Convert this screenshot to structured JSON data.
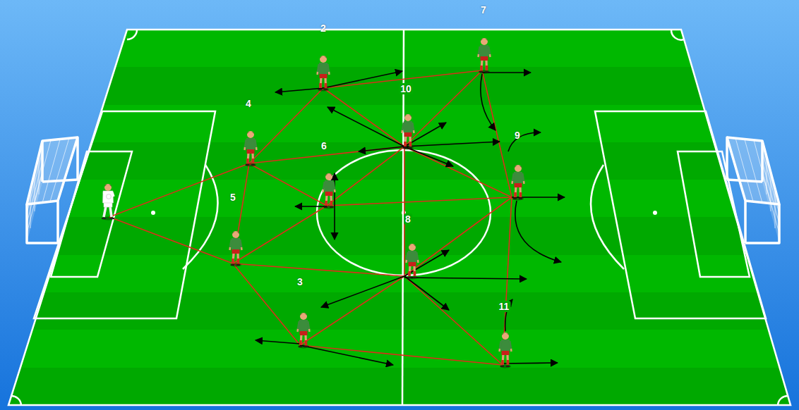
{
  "diagram": {
    "labels": [
      "7",
      "2",
      "10",
      "4",
      "9",
      "6",
      "5",
      "8",
      "3",
      "11"
    ]
  }
}
